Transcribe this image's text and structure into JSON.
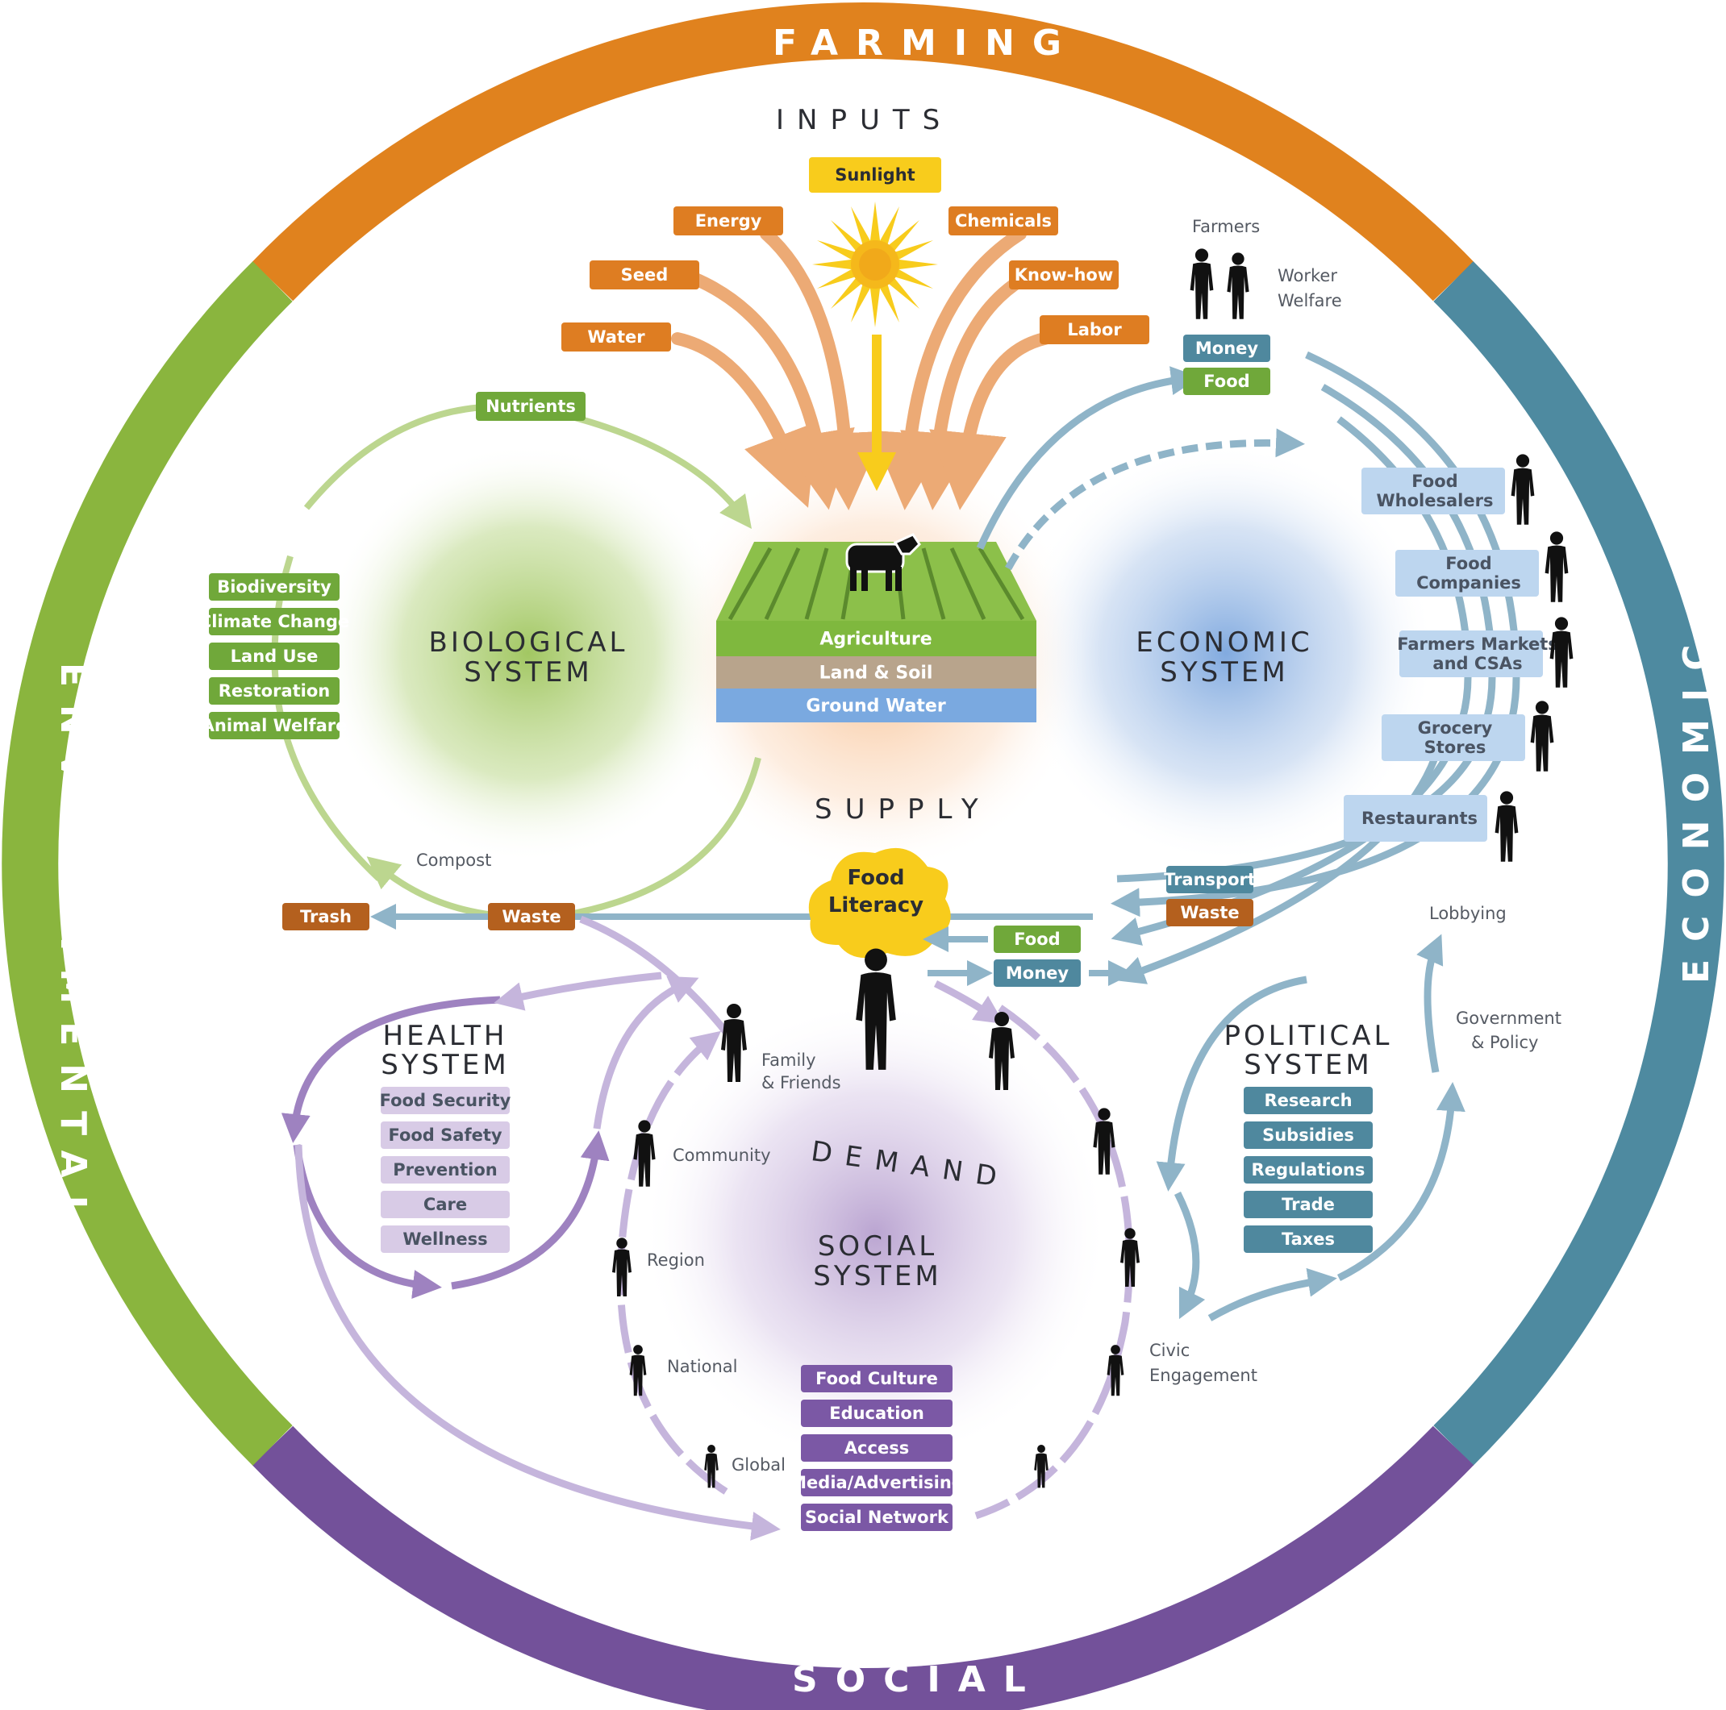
{
  "rim": {
    "farming": "FARMING",
    "economic": "ECONOMIC",
    "social": "SOCIAL",
    "environmental": "ENVIRONMENTAL"
  },
  "headings": {
    "inputs": "INPUTS",
    "supply": "SUPPLY",
    "demand": "DEMAND"
  },
  "systems": {
    "biological": [
      "BIOLOGICAL",
      "SYSTEM"
    ],
    "economic": [
      "ECONOMIC",
      "SYSTEM"
    ],
    "health": [
      "HEALTH",
      "SYSTEM"
    ],
    "political": [
      "POLITICAL",
      "SYSTEM"
    ],
    "social": [
      "SOCIAL",
      "SYSTEM"
    ]
  },
  "inputs": {
    "sunlight": "Sunlight",
    "energy": "Energy",
    "seed": "Seed",
    "water": "Water",
    "chemicals": "Chemicals",
    "knowhow": "Know-how",
    "labor": "Labor"
  },
  "land_layers": [
    "Agriculture",
    "Land & Soil",
    "Ground Water"
  ],
  "biological": {
    "nutrients": "Nutrients",
    "items": [
      "Biodiversity",
      "Climate Change",
      "Land Use",
      "Restoration",
      "Animal Welfare"
    ],
    "compost": "Compost",
    "trash": "Trash",
    "waste": "Waste"
  },
  "economic": {
    "farmers": "Farmers",
    "worker_welfare": [
      "Worker",
      "Welfare"
    ],
    "money": "Money",
    "food": "Food",
    "chain": [
      [
        "Food",
        "Wholesalers"
      ],
      [
        "Food",
        "Companies"
      ],
      [
        "Farmers Markets",
        "and CSAs"
      ],
      [
        "Grocery",
        "Stores"
      ],
      [
        "Restaurants"
      ]
    ],
    "transport": "Transport",
    "waste": "Waste",
    "lobbying": "Lobbying"
  },
  "center": {
    "food_literacy": [
      "Food",
      "Literacy"
    ],
    "food": "Food",
    "money": "Money"
  },
  "health": {
    "items": [
      "Food Security",
      "Food Safety",
      "Prevention",
      "Care",
      "Wellness"
    ]
  },
  "social": {
    "rings": [
      "Family",
      "& Friends",
      "Community",
      "Region",
      "National",
      "Global"
    ],
    "civic": [
      "Civic",
      "Engagement"
    ],
    "items": [
      "Food Culture",
      "Education",
      "Access",
      "Media/Advertising",
      "Social Network"
    ]
  },
  "political": {
    "items": [
      "Research",
      "Subsidies",
      "Regulations",
      "Trade",
      "Taxes"
    ],
    "gov": [
      "Government",
      "& Policy"
    ]
  },
  "colors": {
    "farming": "#e0821e",
    "economic": "#4e8aa0",
    "social": "#73519a",
    "environmental": "#8ab53e",
    "input_tag": "#de7d22",
    "green_tag": "#70a83a",
    "blue_tag": "#4f889e",
    "lightblue_tag": "#bdd6ef",
    "lavender_tag": "#d8cbe6",
    "purple_tag": "#7b58a5",
    "brown_tag": "#b4601e",
    "sun": "#f8cc1c"
  }
}
